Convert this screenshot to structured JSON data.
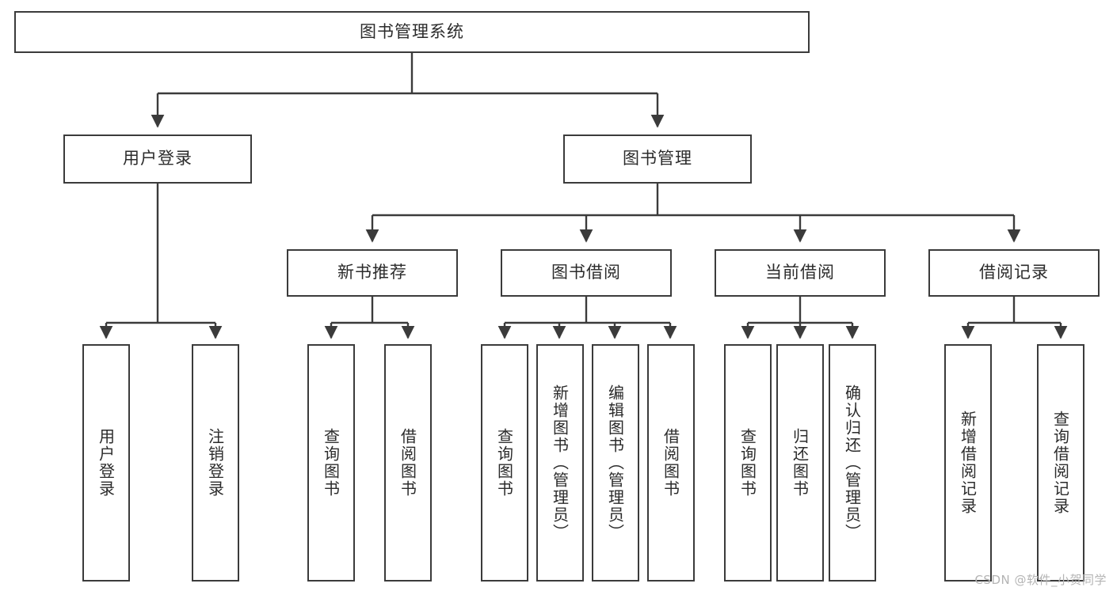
{
  "diagram": {
    "title": "图书管理系统",
    "type": "tree",
    "root": {
      "label": "图书管理系统"
    },
    "level2": [
      {
        "label": "用户登录"
      },
      {
        "label": "图书管理"
      }
    ],
    "level3": [
      {
        "label": "新书推荐"
      },
      {
        "label": "图书借阅"
      },
      {
        "label": "当前借阅"
      },
      {
        "label": "借阅记录"
      }
    ],
    "leaves": {
      "user_login": [
        {
          "label": "用户登录"
        },
        {
          "label": "注销登录"
        }
      ],
      "new_book": [
        {
          "label": "查询图书"
        },
        {
          "label": "借阅图书"
        }
      ],
      "book_borrow": [
        {
          "label": "查询图书"
        },
        {
          "label": "新增图书（管理员）"
        },
        {
          "label": "编辑图书（管理员）"
        },
        {
          "label": "借阅图书"
        }
      ],
      "current_borrow": [
        {
          "label": "查询图书"
        },
        {
          "label": "归还图书"
        },
        {
          "label": "确认归还（管理员）"
        }
      ],
      "borrow_record": [
        {
          "label": "新增借阅记录"
        },
        {
          "label": "查询借阅记录"
        }
      ]
    }
  },
  "watermark": {
    "text": "CSDN @软件_小贺同学"
  },
  "colors": {
    "border": "#3b3b3b",
    "text": "#2b2b2b",
    "background": "#ffffff",
    "watermark": "#b4b4b4"
  }
}
